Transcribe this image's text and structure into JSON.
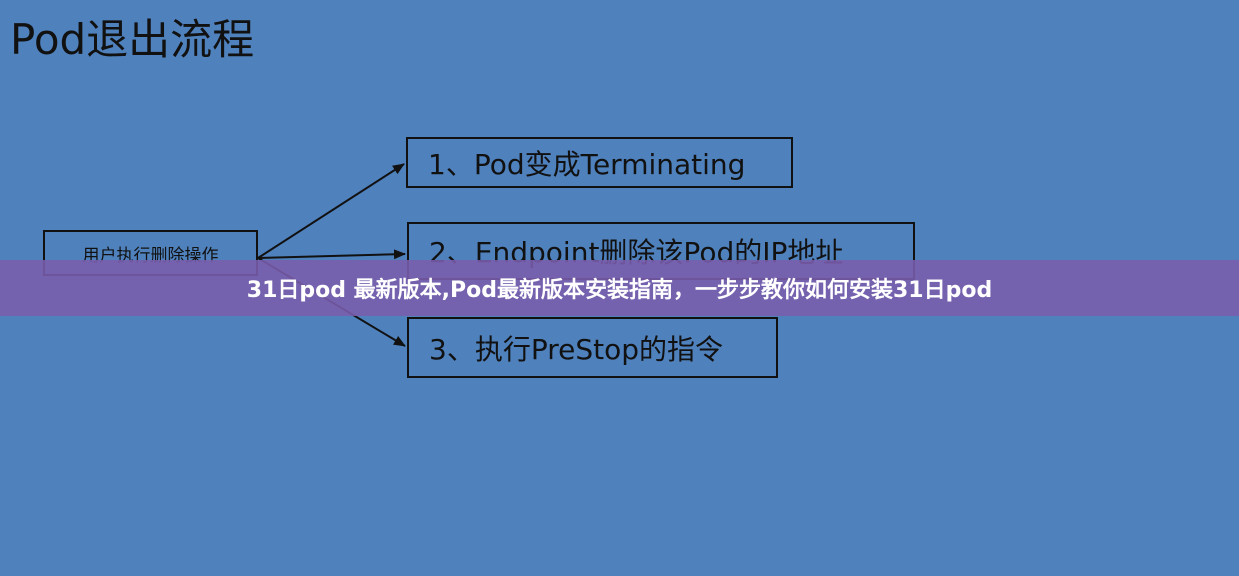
{
  "slide": {
    "title": "Pod退出流程",
    "source_box": "用户执行删除操作",
    "steps": [
      "1、Pod变成Terminating",
      "2、Endpoint删除该Pod的IP地址",
      "3、执行PreStop的指令"
    ]
  },
  "banner": {
    "text": "31日pod 最新版本,Pod最新版本安装指南，一步步教你如何安装31日pod"
  },
  "colors": {
    "background": "#4f81bd",
    "banner": "#7b5dad",
    "lines": "#111111"
  }
}
